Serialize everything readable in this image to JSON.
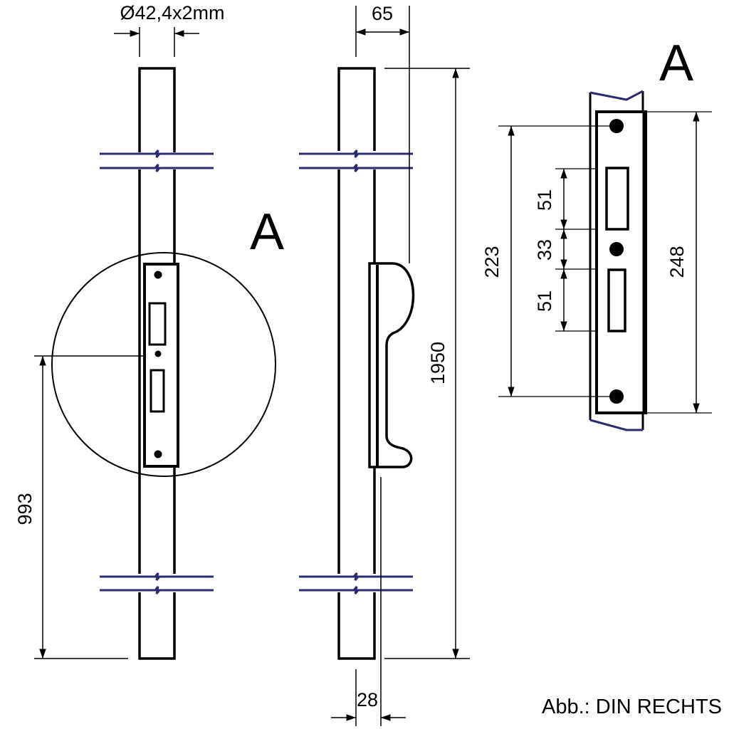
{
  "title_marks": {
    "detail_marker": "A",
    "detail_heading": "A"
  },
  "dimensions": {
    "tube_diameter": "Ø42,4x2mm",
    "handle_depth": "65",
    "total_length": "1950",
    "lock_height": "993",
    "base_offset": "28",
    "hole_spacing_outer": "223",
    "plate_length": "248",
    "slot_upper": "51",
    "slot_gap": "33",
    "slot_lower": "51"
  },
  "caption": "Abb.: DIN RECHTS",
  "colors": {
    "line": "#000000",
    "break_line": "#2b2b6e"
  }
}
